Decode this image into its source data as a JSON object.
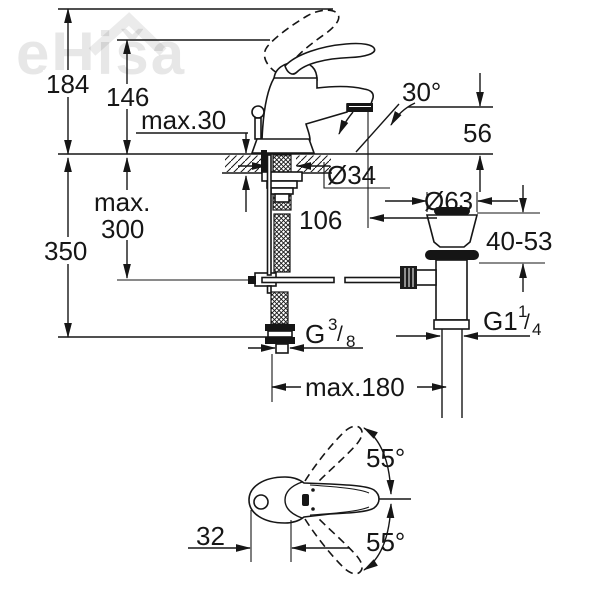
{
  "title": "Single-lever basin mixer technical drawing",
  "watermark": {
    "text": "eHiša"
  },
  "side_view": {
    "dims": {
      "height_total": "184",
      "height_handle": "146",
      "deck_thickness_max": "max.30",
      "spout_angle": "30°",
      "outlet_height": "56",
      "hole_diameter": "Ø34",
      "outlet_to_drain": "106",
      "flange_diameter": "Ø63",
      "basin_thickness_range": "40-53",
      "rod_max_line1": "max.",
      "rod_max_line2": "300",
      "hose_length": "350",
      "distance_max": "max.180",
      "supply_thread": {
        "prefix": "G",
        "sup": "3",
        "slash": "/",
        "sub": "8"
      },
      "waste_thread": {
        "prefix": "G1",
        "sup": "1",
        "slash": "/",
        "sub": "4"
      }
    }
  },
  "top_view": {
    "dims": {
      "swivel_up": "55°",
      "swivel_down": "55°",
      "rear_offset": "32"
    }
  },
  "colors": {
    "line": "#161616",
    "background": "#ffffff",
    "watermark": "#e8e8e8"
  }
}
